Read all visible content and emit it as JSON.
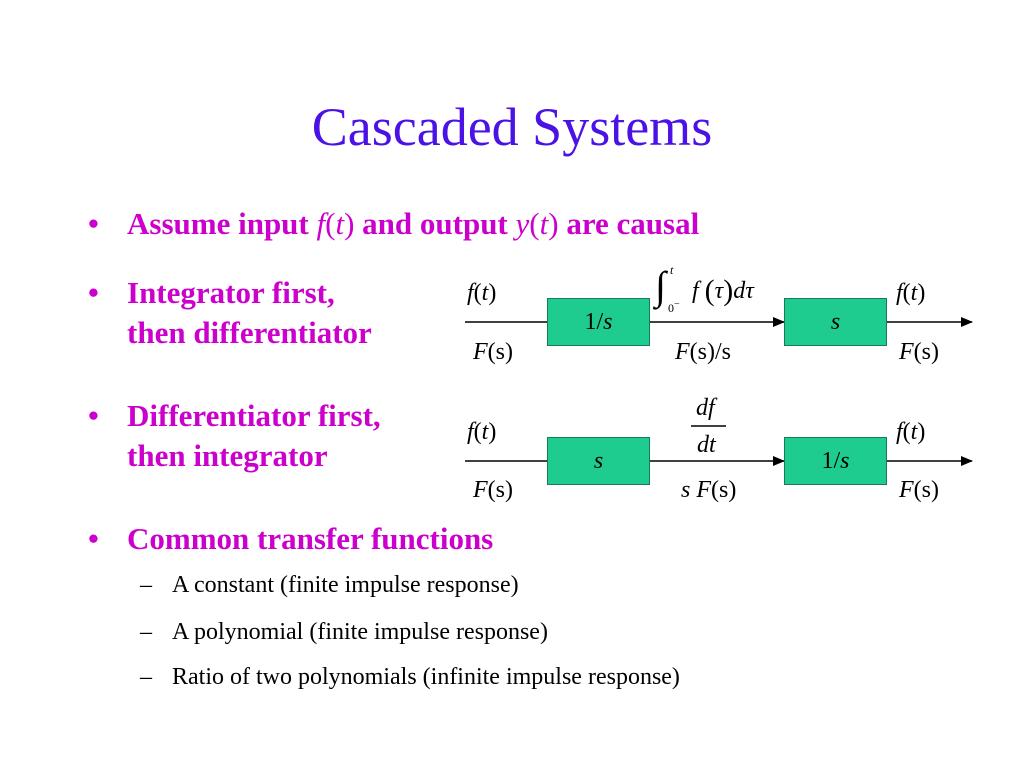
{
  "title": "Cascaded Systems",
  "bullets": [
    {
      "parts": [
        "Assume input ",
        "f",
        "(",
        "t",
        ")",
        " and output ",
        "y",
        "(",
        "t",
        ")",
        " are causal"
      ]
    },
    {
      "line1": "Integrator first,",
      "line2": "then differentiator"
    },
    {
      "line1": "Differentiator first,",
      "line2": "then integrator"
    },
    {
      "text": "Common transfer functions"
    }
  ],
  "sub_bullets": [
    "A constant (finite impulse response)",
    "A polynomial (finite impulse response)",
    "Ratio of two polynomials (infinite impulse response)"
  ],
  "bullet_mark": "•",
  "dash_mark": "–",
  "diagram1": {
    "input_time": {
      "f": "f",
      "t": "t"
    },
    "input_freq": {
      "F": "F",
      "s": "(s)"
    },
    "block1": {
      "num": "1/",
      "var": "s"
    },
    "middle_time": {
      "upper": "t",
      "lower": "0",
      "minus": "−",
      "f": "f",
      "tau": "τ",
      "d": "d"
    },
    "middle_freq": {
      "F": "F",
      "rest": "(s)/s"
    },
    "block2": {
      "var": "s"
    },
    "output_time": {
      "f": "f",
      "t": "t"
    },
    "output_freq": {
      "F": "F",
      "s": "(s)"
    }
  },
  "diagram2": {
    "input_time": {
      "f": "f",
      "t": "t"
    },
    "input_freq": {
      "F": "F",
      "s": "(s)"
    },
    "block1": {
      "var": "s"
    },
    "middle_time": {
      "num": "df",
      "den": "dt"
    },
    "middle_freq": {
      "s": "s",
      "F": "F",
      "rest": "(s)"
    },
    "block2": {
      "num": "1/",
      "var": "s"
    },
    "output_time": {
      "f": "f",
      "t": "t"
    },
    "output_freq": {
      "F": "F",
      "s": "(s)"
    }
  },
  "colors": {
    "title": "#4b12e6",
    "bullet": "#cc00cc",
    "block": "#1ecc90"
  }
}
